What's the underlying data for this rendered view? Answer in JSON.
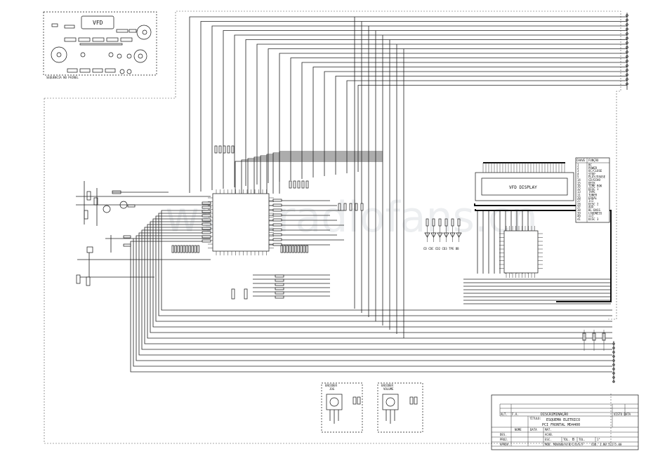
{
  "panel": {
    "vfd_label": "VFD",
    "caption": "SEQUENCIA NO PAINEL"
  },
  "display": {
    "label": "VFD DISPLAY"
  },
  "led_labels": "CD CDC CD2 CD3 TPE BB",
  "key_table": {
    "headers": [
      "CHAVE",
      "FUNÇÃO"
    ],
    "rows": [
      [
        "1",
        "BC"
      ],
      [
        "2",
        "POWER"
      ],
      [
        "3",
        "OC/CLOSE"
      ],
      [
        "4",
        "STOP"
      ],
      [
        "5",
        "PLAY/PAUSE"
      ],
      [
        "14",
        "CD/ECHO"
      ],
      [
        "15",
        "DECK"
      ],
      [
        "16",
        "TIME ROK"
      ],
      [
        "12",
        "DISC 1"
      ],
      [
        "13",
        "TAPE"
      ],
      [
        "11",
        "TUNER"
      ],
      [
        "20",
        "EQUAL"
      ],
      [
        "27",
        "I<I"
      ],
      [
        "28",
        "DISC 2"
      ],
      [
        "37",
        "AUX"
      ],
      [
        "38",
        "BL-BASS"
      ],
      [
        "39",
        "LOUDNESS"
      ],
      [
        "40",
        ">>I"
      ],
      [
        "41",
        "DISC 3"
      ]
    ]
  },
  "encoders": [
    {
      "title_1": "ENCODER",
      "title_2": "JOG"
    },
    {
      "title_1": "ENCODER",
      "title_2": "VOLUME"
    }
  ],
  "title_block": {
    "alt": "ALT.",
    "fa": "F.A.",
    "discriminacao": "DISCRIMINAÇÃO",
    "titulo_label": "TÍTULO:",
    "titulo_line1": "ESQUEMA ELETRICO",
    "titulo_line2": "PCI FRONTAL MD4400",
    "nome": "NOME",
    "data": "DATA",
    "visto": "VISTO",
    "des": "DES.",
    "proj": "PROJ.",
    "aprov": "APROV.",
    "mat": "MAT.",
    "acab": "ACAB.",
    "esc": "ESC.",
    "tol_label": "TOL.",
    "tol_value": "B",
    "tol2_label": "TOL.",
    "tol2_value": "1°",
    "mod": "MOD. MD4400/A/B/C/D/E/F",
    "cod": "COD. 1.00.52275.00",
    "visto_data": "VISTO DATA"
  },
  "watermark": "www.radiofans.cn"
}
